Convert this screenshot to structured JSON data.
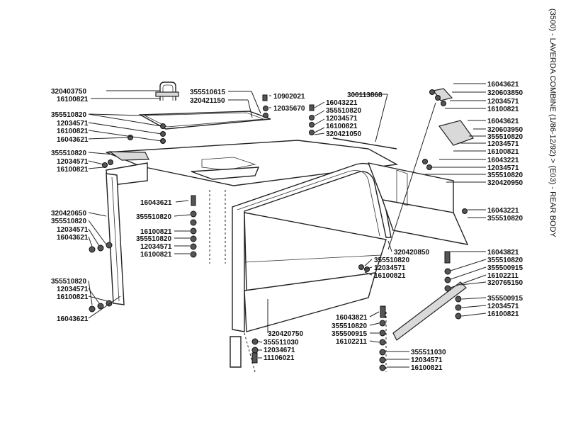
{
  "title": "(3500) - LAVERDA COMBINE (1/86-12/92) > (E03) - REAR BODY",
  "labels": [
    "320403750",
    "16100821",
    "355510820",
    "12034571",
    "16100821",
    "16043621",
    "355510820",
    "12034571",
    "16100821",
    "355510615",
    "320421150",
    "10902021",
    "12035670",
    "16043221",
    "355510820",
    "12034571",
    "16100821",
    "320421050",
    "300113868",
    "16043621",
    "320603850",
    "12034571",
    "16100821",
    "16043621",
    "320603950",
    "355510820",
    "12034571",
    "16100821",
    "16043221",
    "12034571",
    "355510820",
    "320420950",
    "16043221",
    "355510820",
    "16043621",
    "355510820",
    "16100821",
    "355510820",
    "12034571",
    "16100821",
    "320420650",
    "355510820",
    "12034571",
    "16043621",
    "320420850",
    "355510820",
    "12034571",
    "16100821",
    "16043821",
    "355510820",
    "355500915",
    "16102211",
    "320765150",
    "355500915",
    "12034571",
    "16100821",
    "355510820",
    "12034571",
    "16100821",
    "16043621",
    "320420750",
    "355511030",
    "12034671",
    "11106021",
    "16043821",
    "355510820",
    "355500915",
    "16102211",
    "355511030",
    "12034571",
    "16100821"
  ]
}
